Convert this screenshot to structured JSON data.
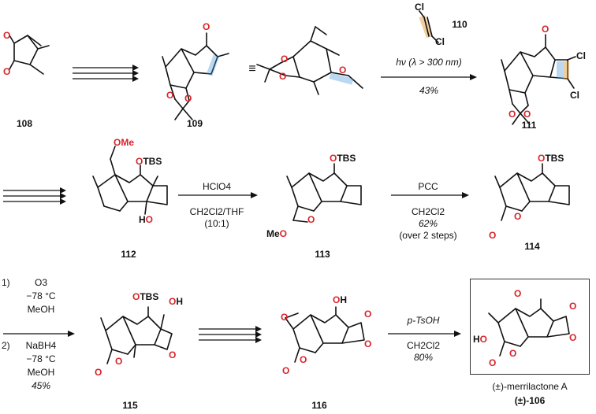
{
  "compounds": {
    "c108": "108",
    "c109": "109",
    "c110": "110",
    "c111": "111",
    "c112": "112",
    "c113": "113",
    "c114": "114",
    "c115": "115",
    "c116": "116",
    "product_name": "(±)-merrilactone A",
    "product_number": "(±)-106"
  },
  "atoms": {
    "O": "O",
    "Cl": "Cl",
    "OTBS": "OTBS",
    "OMe": "OMe",
    "HO": "HO",
    "MeO": "MeO",
    "OH": "OH"
  },
  "conditions": {
    "equiv": "≡",
    "photo_reagent": "hν (λ > 300 nm)",
    "photo_yield": "43%",
    "hclo4": "HClO4",
    "hclo4_solvent": "CH2Cl2/THF",
    "hclo4_ratio": "(10:1)",
    "pcc": "PCC",
    "pcc_solvent": "CH2Cl2",
    "pcc_yield": "62%",
    "pcc_note": "(over 2 steps)",
    "step1_label": "1)",
    "step1_reagent": "O3",
    "step1_temp": "−78 °C",
    "step1_solvent": "MeOH",
    "step2_label": "2)",
    "step2_reagent": "NaBH4",
    "step2_temp": "−78 °C",
    "step2_solvent": "MeOH",
    "ozonolysis_yield": "45%",
    "tsoh": "p-TsOH",
    "tsoh_solvent": "CH2Cl2",
    "tsoh_yield": "80%"
  },
  "colors": {
    "oxygen": "#d8242a",
    "highlight_blue": "#3b8fd6",
    "highlight_orange": "#e0932a"
  }
}
